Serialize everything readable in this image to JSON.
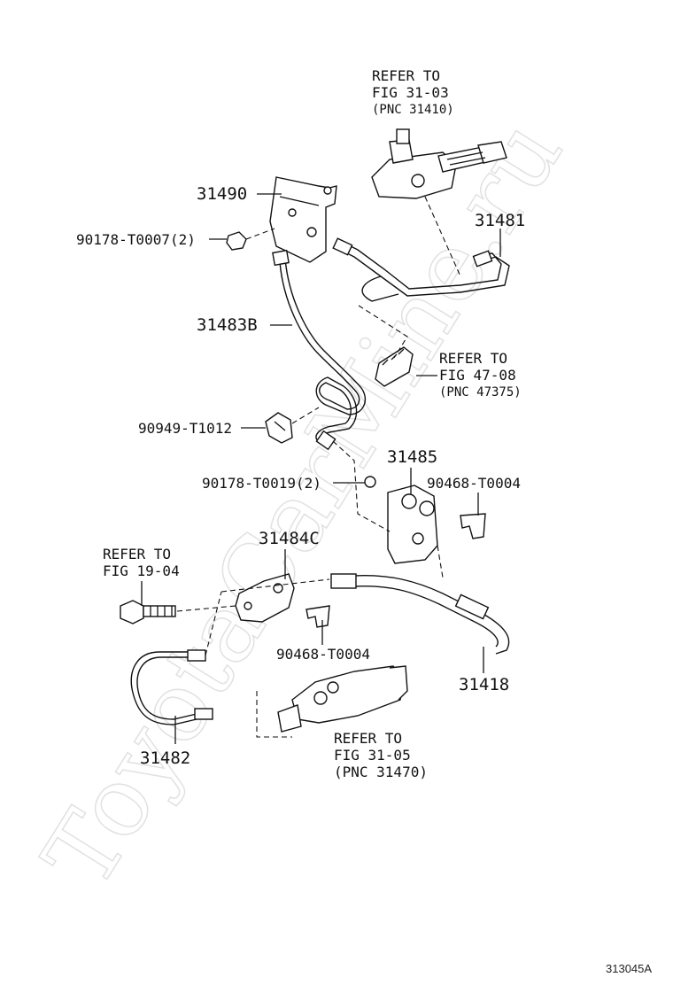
{
  "watermark": "ToyotaCarMine.ru",
  "diagram_code": "313045A",
  "refs": {
    "r1": {
      "line1": "REFER TO",
      "line2": "FIG 31-03",
      "line3": "(PNC 31410)"
    },
    "r2": {
      "line1": "REFER TO",
      "line2": "FIG 47-08",
      "line3": "(PNC 47375)"
    },
    "r3": {
      "line1": "REFER TO",
      "line2": "FIG 19-04"
    },
    "r4": {
      "line1": "REFER TO",
      "line2": "FIG 31-05",
      "line3": "(PNC 31470)"
    }
  },
  "parts": {
    "p31490": "31490",
    "p90178a": "90178-T0007(2)",
    "p31481": "31481",
    "p31483b": "31483B",
    "p90949": "90949-T1012",
    "p31485": "31485",
    "p90178b": "90178-T0019(2)",
    "p90468a": "90468-T0004",
    "p31484c": "31484C",
    "p90468b": "90468-T0004",
    "p31418": "31418",
    "p31482": "31482"
  }
}
